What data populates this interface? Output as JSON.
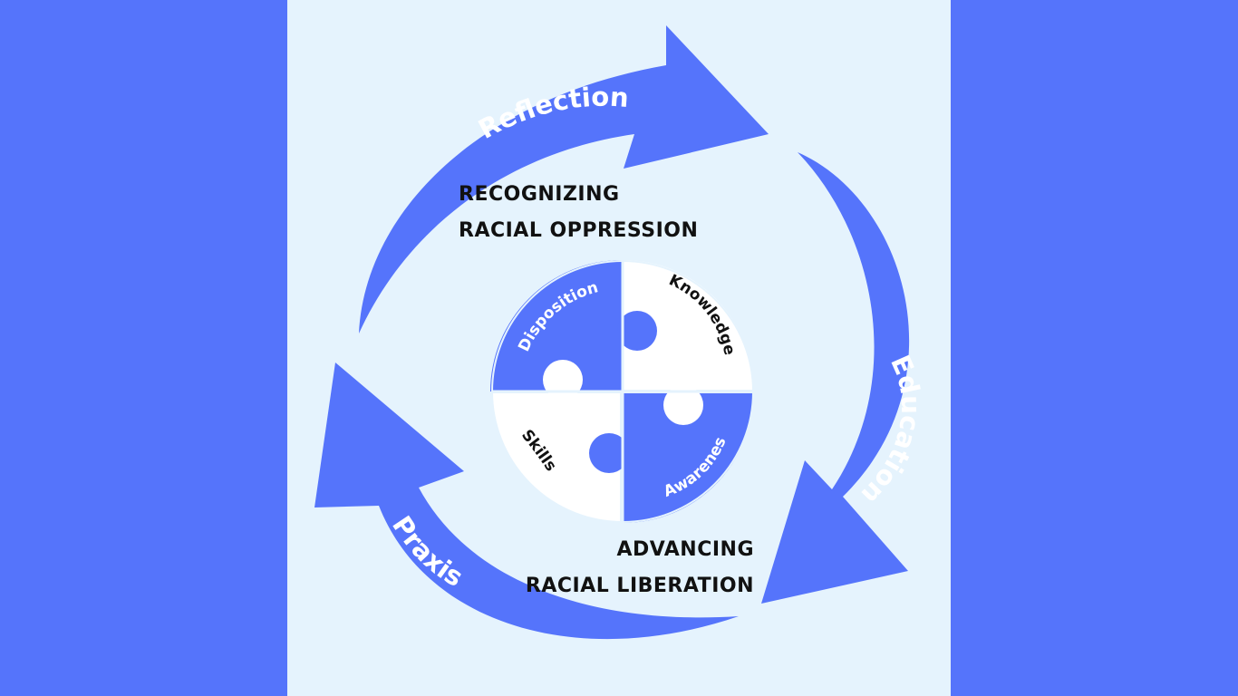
{
  "cycle": {
    "stages": [
      {
        "label": "Reflection"
      },
      {
        "label": "Education"
      },
      {
        "label": "Praxis"
      }
    ]
  },
  "puzzle": {
    "pieces": [
      {
        "label": "Dispositions"
      },
      {
        "label": "Knowledge"
      },
      {
        "label": "Skills"
      },
      {
        "label": "Awareness"
      }
    ]
  },
  "headings": {
    "top": {
      "line1": "RECOGNIZING",
      "line2": "RACIAL OPPRESSION"
    },
    "bottom": {
      "line1": "ADVANCING",
      "line2": "RACIAL LIBERATION"
    }
  },
  "colors": {
    "background": "#5574FB",
    "panel": "#E5F3FD",
    "accent": "#5574FB",
    "piece_light": "#FFFFFF",
    "text_dark": "#111111"
  }
}
